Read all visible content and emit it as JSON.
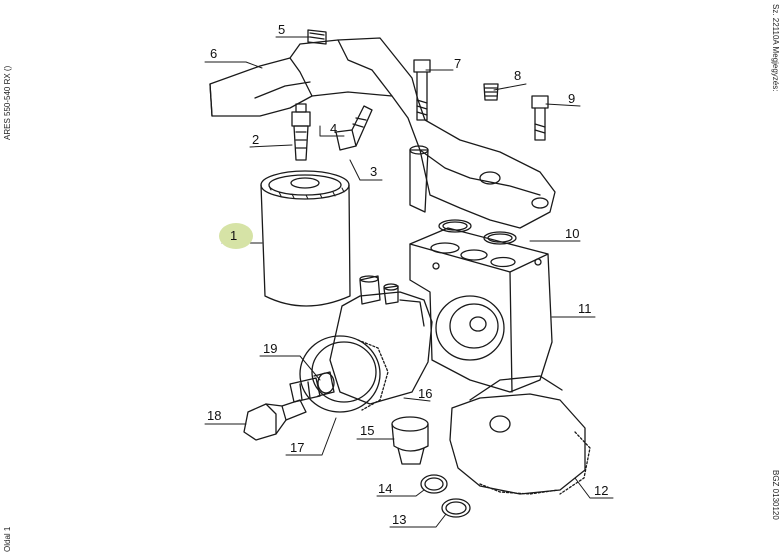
{
  "margin_text": {
    "top_left": "ARES 550-540 RX ()",
    "bottom_left": "Oldal 1",
    "top_right": "Sz. 22110A  Megjegyzés:",
    "bottom_right": "BGZ 0130120"
  },
  "callouts": [
    {
      "id": "1",
      "label": "1",
      "highlighted": true
    },
    {
      "id": "2",
      "label": "2"
    },
    {
      "id": "3",
      "label": "3"
    },
    {
      "id": "4",
      "label": "4"
    },
    {
      "id": "5",
      "label": "5"
    },
    {
      "id": "6",
      "label": "6"
    },
    {
      "id": "7",
      "label": "7"
    },
    {
      "id": "8",
      "label": "8"
    },
    {
      "id": "9",
      "label": "9"
    },
    {
      "id": "10",
      "label": "10"
    },
    {
      "id": "11",
      "label": "11"
    },
    {
      "id": "12",
      "label": "12"
    },
    {
      "id": "13",
      "label": "13"
    },
    {
      "id": "14",
      "label": "14"
    },
    {
      "id": "15",
      "label": "15"
    },
    {
      "id": "16",
      "label": "16"
    },
    {
      "id": "17",
      "label": "17"
    },
    {
      "id": "18",
      "label": "18"
    },
    {
      "id": "19",
      "label": "19"
    }
  ],
  "colors": {
    "line": "#1a1a1a",
    "highlight": "#d6e3a6"
  }
}
